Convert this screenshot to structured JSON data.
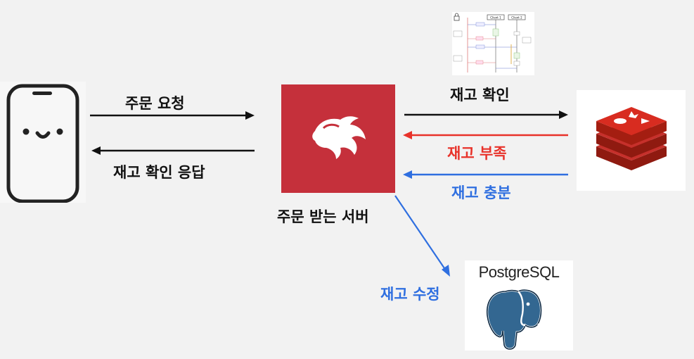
{
  "diagram": {
    "phone_to_server_label": "주문 요청",
    "server_to_phone_label": "재고 확인 응답",
    "server_label": "주문 받는 서버",
    "check_stock_label": "재고 확인",
    "stock_short_label": "재고 부족",
    "stock_enough_label": "재고 충분",
    "update_stock_label": "재고 수정",
    "postgres_logo_text": "PostgreSQL",
    "thumbnail_client_1": "Client 1",
    "thumbnail_client_2": "Client 2",
    "colors": {
      "nest_red": "#c5303b",
      "redis_red": "#a41e11",
      "short_arrow": "#e8322a",
      "enough_arrow": "#2f6fe0",
      "postgres_blue": "#336791"
    }
  }
}
